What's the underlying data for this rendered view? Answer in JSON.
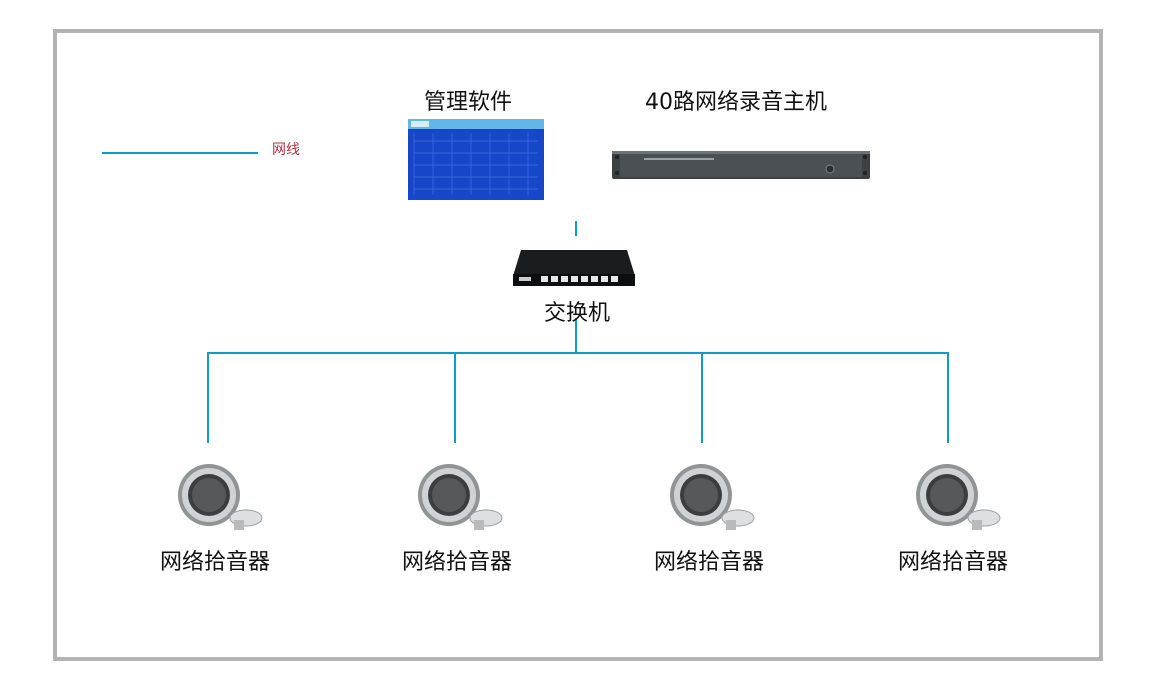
{
  "legend": {
    "label": "网线",
    "color": "#0d9cc4"
  },
  "management": {
    "label": "管理软件"
  },
  "recorder": {
    "label": "40路网络录音主机"
  },
  "switch": {
    "label": "交换机"
  },
  "pickups": [
    {
      "label": "网络拾音器"
    },
    {
      "label": "网络拾音器"
    },
    {
      "label": "网络拾音器"
    },
    {
      "label": "网络拾音器"
    }
  ]
}
